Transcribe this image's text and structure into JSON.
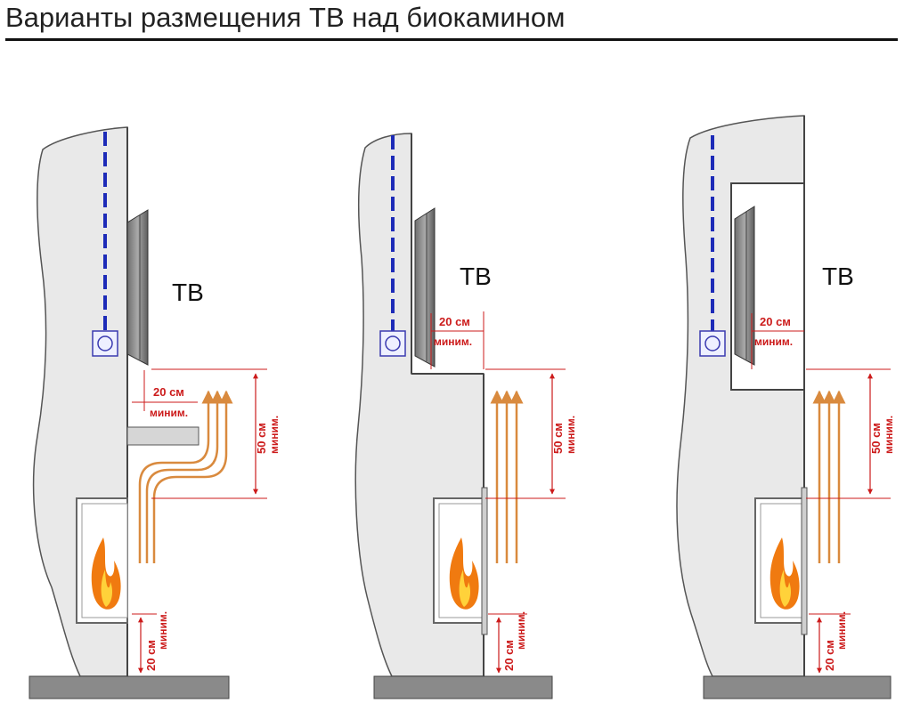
{
  "title": "Варианты размещения ТВ над биокамином",
  "colors": {
    "wall": "#e9e9e9",
    "outline": "#555555",
    "cable_dark": "#1d2bb8",
    "cable_light": "#8f98e6",
    "heat_arrows": "#d98a3e",
    "dimensions": "#cc1b1b",
    "flame_outer": "#f07a10",
    "flame_inner": "#ffd23a"
  },
  "panels": [
    {
      "tv_label": "ТВ",
      "tv_gap_value": "20 см",
      "tv_gap_note": "миним.",
      "heat_gap_value": "50 см",
      "heat_gap_note": "миним.",
      "floor_gap_value": "20 см",
      "floor_gap_note": "миним.",
      "icons": [
        "socket-icon",
        "flame-icon",
        "tv-screen-icon"
      ]
    },
    {
      "tv_label": "ТВ",
      "tv_gap_value": "20 см",
      "tv_gap_note": "миним.",
      "heat_gap_value": "50 см",
      "heat_gap_note": "миним.",
      "floor_gap_value": "20 см",
      "floor_gap_note": "миним.",
      "icons": [
        "socket-icon",
        "flame-icon",
        "tv-screen-icon"
      ]
    },
    {
      "tv_label": "ТВ",
      "tv_gap_value": "20 см",
      "tv_gap_note": "миним.",
      "heat_gap_value": "50 см",
      "heat_gap_note": "миним.",
      "floor_gap_value": "20 см",
      "floor_gap_note": "миним.",
      "icons": [
        "socket-icon",
        "flame-icon",
        "tv-screen-icon"
      ]
    }
  ]
}
